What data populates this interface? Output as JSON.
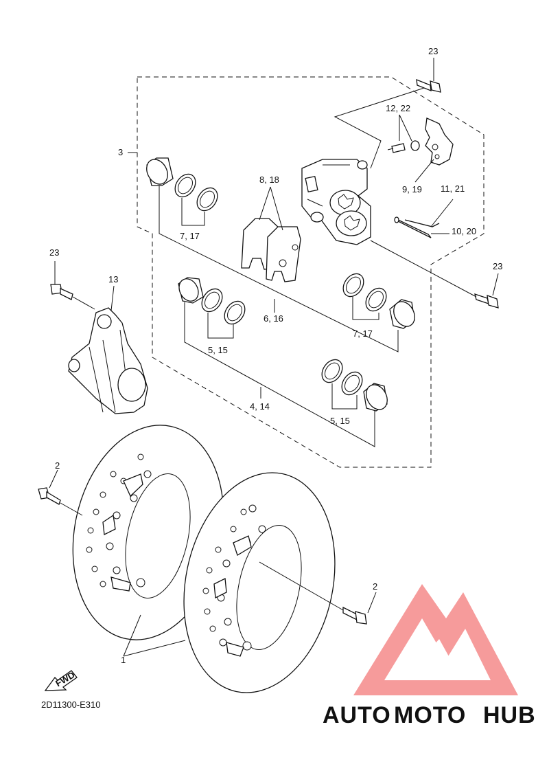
{
  "diagram": {
    "code": "2D11300-E310",
    "fwd_label": "FWD",
    "callouts": {
      "c1": "1",
      "c2a": "2",
      "c2b": "2",
      "c3": "3",
      "c4_14": "4, 14",
      "c5_15a": "5, 15",
      "c5_15b": "5, 15",
      "c6_16": "6, 16",
      "c7_17a": "7, 17",
      "c7_17b": "7, 17",
      "c8_18": "8, 18",
      "c9_19": "9, 19",
      "c10_20": "10, 20",
      "c11_21": "11, 21",
      "c12_22": "12, 22",
      "c13": "13",
      "c23a": "23",
      "c23b": "23",
      "c23c": "23"
    }
  },
  "watermark": {
    "part1": "AUTO",
    "part2": "MOTO",
    "part3": "HUB",
    "color_auto": "#f6c27a",
    "color_moto": "#f28b8b",
    "color_hub": "#9a9a9a",
    "logo_color": "#f58a8a"
  }
}
